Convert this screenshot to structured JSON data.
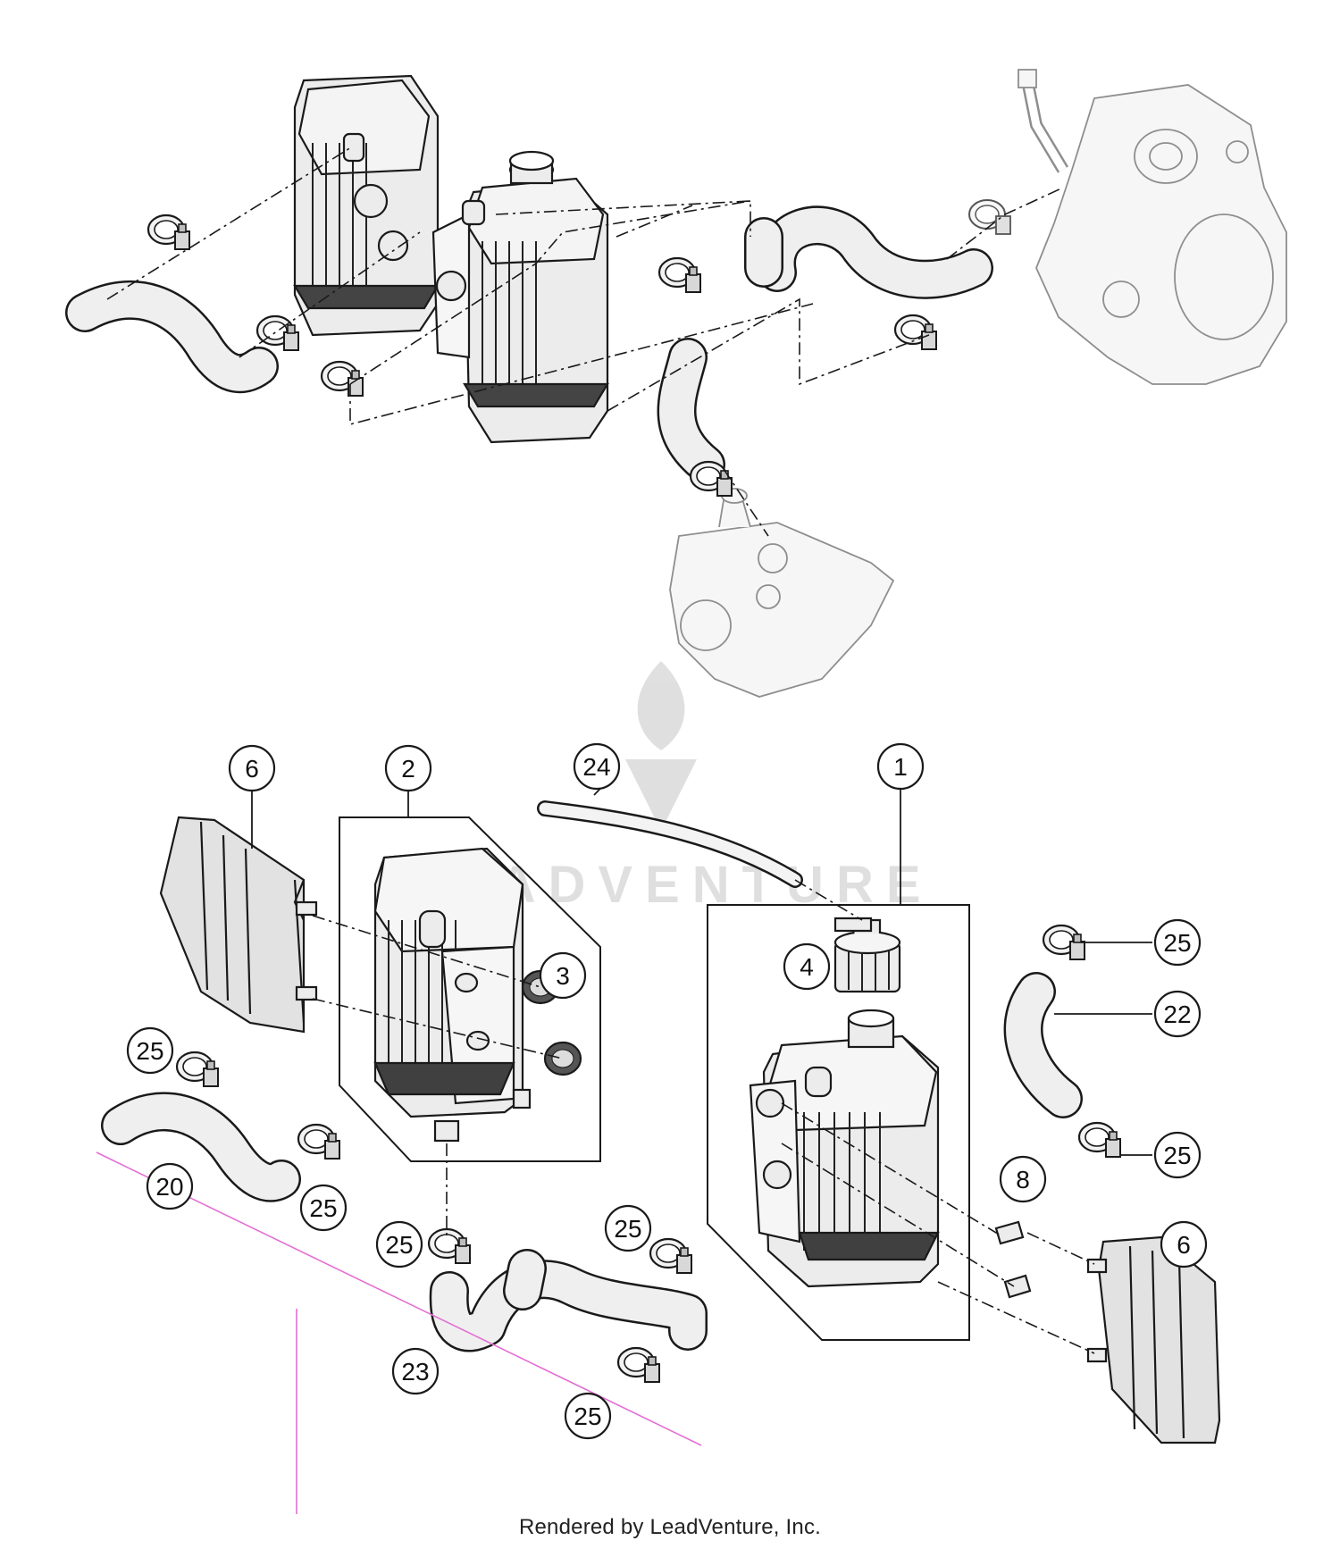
{
  "watermark": {
    "text": "LEADVENTURE"
  },
  "footer": {
    "text": "Rendered by LeadVenture, Inc."
  },
  "callouts": [
    {
      "id": "c1",
      "label": "1"
    },
    {
      "id": "c2",
      "label": "2"
    },
    {
      "id": "c3",
      "label": "3"
    },
    {
      "id": "c4",
      "label": "4"
    },
    {
      "id": "c6a",
      "label": "6"
    },
    {
      "id": "c6b",
      "label": "6"
    },
    {
      "id": "c8",
      "label": "8"
    },
    {
      "id": "c20",
      "label": "20"
    },
    {
      "id": "c22",
      "label": "22"
    },
    {
      "id": "c23",
      "label": "23"
    },
    {
      "id": "c24",
      "label": "24"
    },
    {
      "id": "c25a",
      "label": "25"
    },
    {
      "id": "c25b",
      "label": "25"
    },
    {
      "id": "c25c",
      "label": "25"
    },
    {
      "id": "c25d",
      "label": "25"
    },
    {
      "id": "c25e",
      "label": "25"
    },
    {
      "id": "c25f",
      "label": "25"
    },
    {
      "id": "c25g",
      "label": "25"
    }
  ]
}
